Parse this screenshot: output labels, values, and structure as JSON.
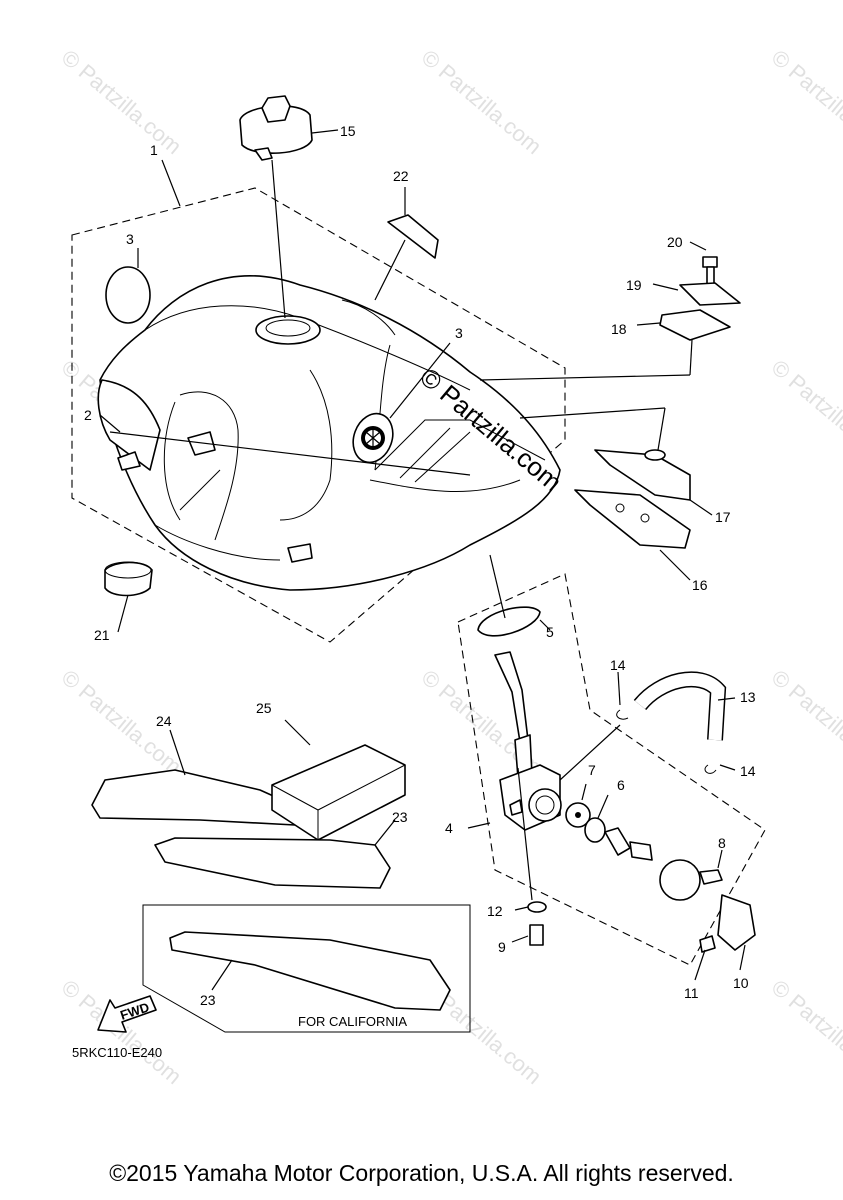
{
  "diagram": {
    "drawing_code": "5RKC110-E240",
    "california_label": "FOR CALIFORNIA",
    "fwd_label": "FWD",
    "watermark": "© Partzilla.com",
    "callouts": {
      "c1": "1",
      "c2": "2",
      "c3a": "3",
      "c3b": "3",
      "c4": "4",
      "c5": "5",
      "c6": "6",
      "c7": "7",
      "c8": "8",
      "c9": "9",
      "c10": "10",
      "c11": "11",
      "c12": "12",
      "c13": "13",
      "c14a": "14",
      "c14b": "14",
      "c15": "15",
      "c16": "16",
      "c17": "17",
      "c18": "18",
      "c19": "19",
      "c20": "20",
      "c21": "21",
      "c22": "22",
      "c23a": "23",
      "c23b": "23",
      "c24": "24",
      "c25": "25"
    }
  },
  "footer": {
    "copyright": "©2015 Yamaha Motor Corporation, U.S.A. All rights reserved."
  }
}
